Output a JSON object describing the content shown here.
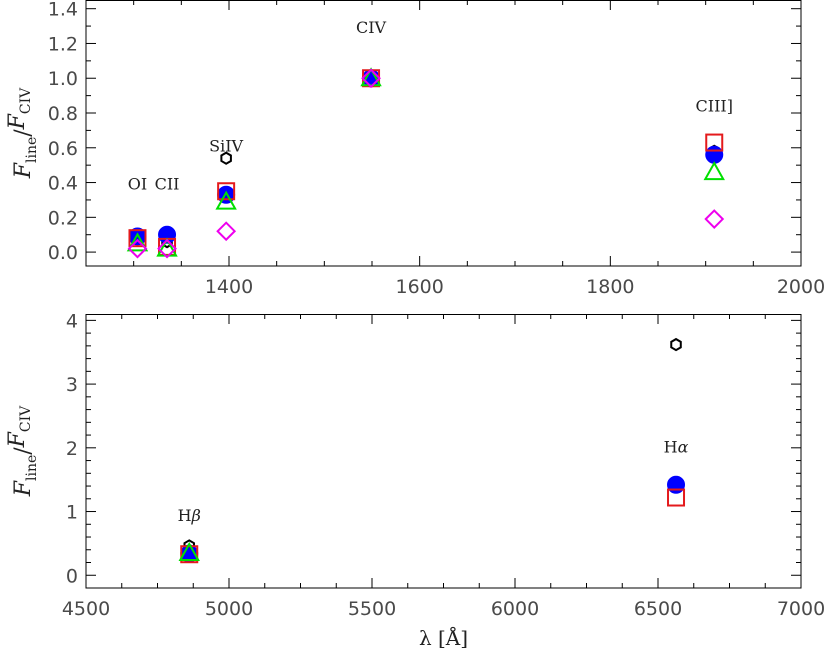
{
  "chart_data": [
    {
      "type": "scatter",
      "xlim": [
        1250,
        2000
      ],
      "ylim": [
        -0.08,
        1.45
      ],
      "x_ticks": [
        1400,
        1600,
        1800,
        2000
      ],
      "x_tick_labels": [
        "1400",
        "1600",
        "1800",
        "2000"
      ],
      "y_ticks": [
        0.0,
        0.2,
        0.4,
        0.6,
        0.8,
        1.0,
        1.2,
        1.4
      ],
      "y_tick_labels": [
        "0.0",
        "0.2",
        "0.4",
        "0.6",
        "0.8",
        "1.0",
        "1.2",
        "1.4"
      ],
      "ylabel": {
        "base_num": "F",
        "sub_num": "line",
        "sep": "/",
        "base_den": "F",
        "sub_den": "CIV"
      },
      "annotations": [
        {
          "text": "OI",
          "x": 1304,
          "y": 0.36
        },
        {
          "text": "CII",
          "x": 1335,
          "y": 0.36
        },
        {
          "text": "SiIV",
          "x": 1397,
          "y": 0.58
        },
        {
          "text": "CIV",
          "x": 1549,
          "y": 1.26
        },
        {
          "text": "CIII]",
          "x": 1909,
          "y": 0.81
        }
      ],
      "series": [
        {
          "marker": "hexagon-open",
          "color": "#000000",
          "x": [
            1304,
            1335,
            1397,
            1549,
            1909
          ],
          "y": [
            0.09,
            0.06,
            0.54,
            1.0,
            0.58
          ]
        },
        {
          "marker": "circle-filled",
          "color": "#0000ff",
          "x": [
            1304,
            1335,
            1397,
            1549,
            1909
          ],
          "y": [
            0.09,
            0.1,
            0.33,
            1.0,
            0.56
          ]
        },
        {
          "marker": "square-open",
          "color": "#e41a1c",
          "x": [
            1304,
            1335,
            1397,
            1549,
            1909
          ],
          "y": [
            0.08,
            0.03,
            0.35,
            1.0,
            0.63
          ]
        },
        {
          "marker": "triangle-open",
          "color": "#00e000",
          "x": [
            1304,
            1335,
            1397,
            1549,
            1909
          ],
          "y": [
            0.05,
            0.02,
            0.29,
            1.0,
            0.46
          ]
        },
        {
          "marker": "diamond-open",
          "color": "#ee00ee",
          "x": [
            1304,
            1335,
            1397,
            1549,
            1909
          ],
          "y": [
            0.02,
            0.02,
            0.12,
            1.0,
            0.19
          ]
        }
      ]
    },
    {
      "type": "scatter",
      "xlim": [
        4500,
        7000
      ],
      "ylim": [
        -0.2,
        4.1
      ],
      "x_ticks": [
        4500,
        5000,
        5500,
        6000,
        6500,
        7000
      ],
      "x_tick_labels": [
        "4500",
        "5000",
        "5500",
        "6000",
        "6500",
        "7000"
      ],
      "y_ticks": [
        0,
        1,
        2,
        3,
        4
      ],
      "y_tick_labels": [
        "0",
        "1",
        "2",
        "3",
        "4"
      ],
      "xlabel": "λ [Å]",
      "ylabel": {
        "base_num": "F",
        "sub_num": "line",
        "sep": "/",
        "base_den": "F",
        "sub_den": "CIV"
      },
      "annotations": [
        {
          "text": "Hβ",
          "x": 4861,
          "y": 0.85
        },
        {
          "text": "Hα",
          "x": 6563,
          "y": 1.93
        }
      ],
      "series": [
        {
          "marker": "hexagon-open",
          "color": "#000000",
          "x": [
            4861,
            6563
          ],
          "y": [
            0.46,
            3.62
          ]
        },
        {
          "marker": "circle-filled",
          "color": "#0000ff",
          "x": [
            4861,
            6563
          ],
          "y": [
            0.34,
            1.42
          ]
        },
        {
          "marker": "square-open",
          "color": "#e41a1c",
          "x": [
            4861,
            6563
          ],
          "y": [
            0.33,
            1.22
          ]
        },
        {
          "marker": "triangle-open",
          "color": "#00e000",
          "x": [
            4861
          ],
          "y": [
            0.35
          ]
        }
      ]
    }
  ]
}
